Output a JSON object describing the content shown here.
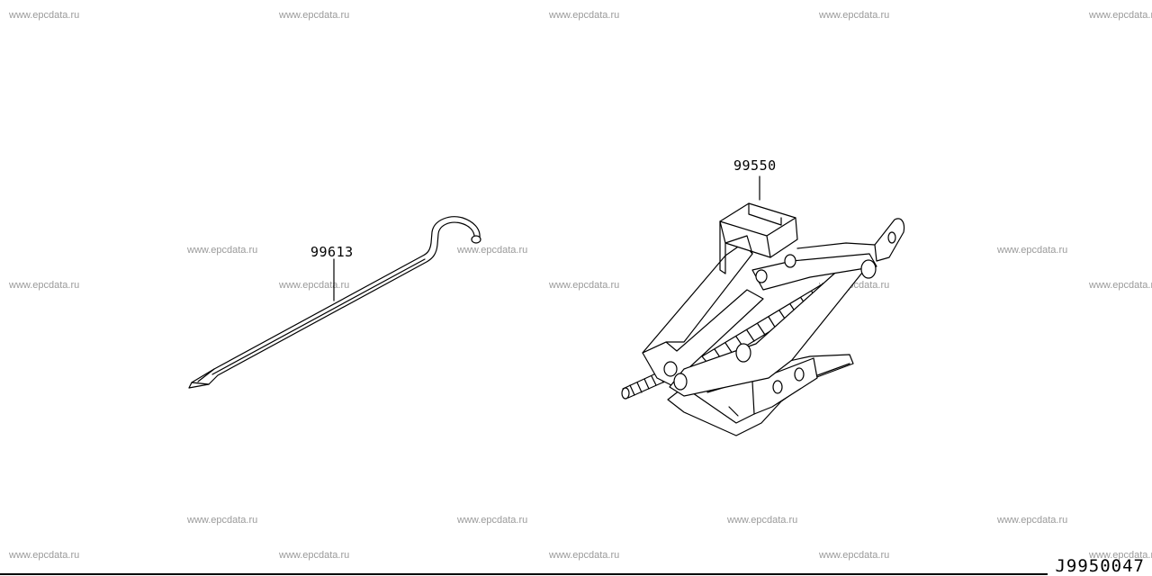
{
  "watermark": "www.epcdata.ru",
  "parts": {
    "jack_handle": {
      "number": "99613"
    },
    "jack": {
      "number": "99550"
    }
  },
  "diagram_id": "J9950047"
}
